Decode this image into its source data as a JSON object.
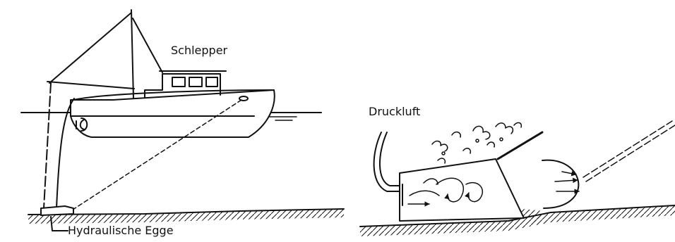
{
  "labels": {
    "schlepper": "Schlepper",
    "hydraulische_egge": "Hydraulische Egge",
    "druckluft": "Druckluft"
  },
  "colors": {
    "ink": "#111111",
    "background": "#ffffff"
  }
}
